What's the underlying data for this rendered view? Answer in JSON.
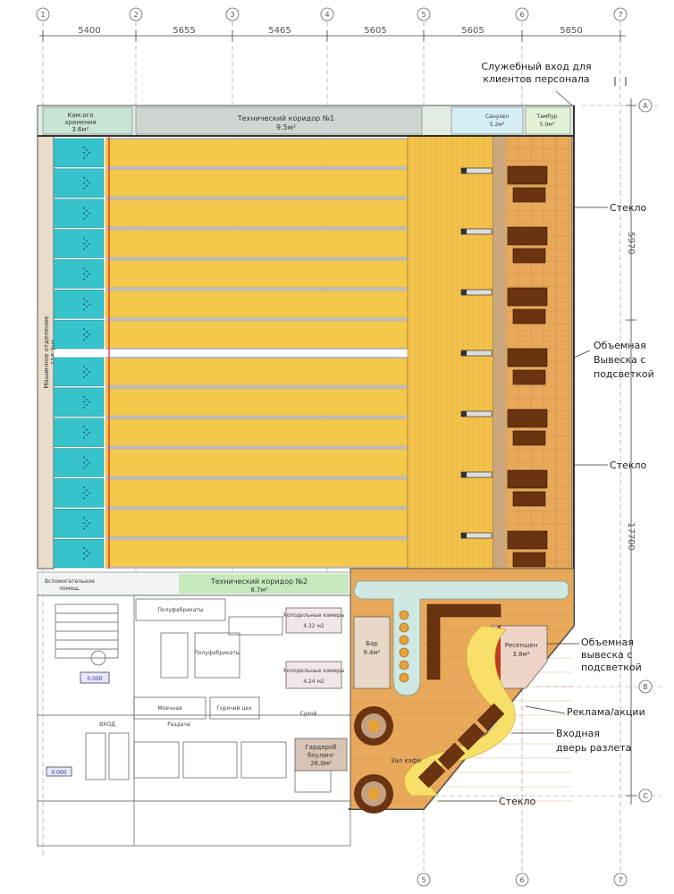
{
  "axes": {
    "top_numbers": [
      "1",
      "2",
      "3",
      "4",
      "5",
      "6",
      "7"
    ],
    "bottom_numbers": [
      "5",
      "6",
      "7"
    ],
    "right_letters": [
      "A",
      "B",
      "C"
    ]
  },
  "dimensions": {
    "top": [
      "5400",
      "5655",
      "5465",
      "5605",
      "5605",
      "5850"
    ],
    "right": [
      "5970",
      "17700"
    ]
  },
  "rooms": {
    "storage_top_left": [
      "Кам.ого",
      "хранения",
      "3.6м²"
    ],
    "tech_corridor_1": [
      "Технический коридор №1",
      "9.5м²"
    ],
    "sanitary_top": [
      "Санузел",
      "5.2м²"
    ],
    "vestibule_top": [
      "Тамбур",
      "5.0м²"
    ],
    "machine_room": [
      "Машинное отделение",
      "116.2м²"
    ],
    "tech_corridor_2": [
      "Технический коридор №2",
      "8.7м²"
    ],
    "service_left": [
      "Вспомогательное",
      "помещ."
    ],
    "reception": [
      "Ресепшен",
      "3.8м²"
    ],
    "bar": [
      "Бар",
      "9.4м²"
    ],
    "bar_hall": "Зал кафе",
    "wardrobe": [
      "Гардероб",
      "боулинг",
      "26.0м²"
    ],
    "kitchen_block": [
      "Полуфабрикаты",
      "Холодильные камеры",
      "Моечная",
      "Горячий цех",
      "Раздача",
      "ВХОД",
      "Сухой",
      "4.32 м2",
      "4.24 м2"
    ],
    "level_marks": [
      "0.000",
      "0.000"
    ]
  },
  "callouts": {
    "service_entrance": [
      "Служебный вход для",
      "клиентов персонала"
    ],
    "glass_1": "Стекло",
    "sign_1": [
      "Объемная",
      "Вывеска с",
      "подсветкой"
    ],
    "glass_2": "Стекло",
    "sign_2": [
      "Объемная",
      "вывеска с",
      "подсветкой"
    ],
    "advertising": "Реклама/акции",
    "entrance_door": [
      "Входная",
      "дверь разлета"
    ],
    "glass_3": "Стекло"
  },
  "lanes": {
    "count": 14,
    "colors": {
      "lane": "#f4c84a",
      "lane_stripe": "#e8b535",
      "gutter": "#b9b9bd",
      "pit": "#36c3cc",
      "approach": "#f3c24b",
      "floor": "#e9a95a",
      "furniture": "#6b3410",
      "wall": "#333333",
      "dim_line": "#444444",
      "green": "#bfe3b5"
    }
  }
}
